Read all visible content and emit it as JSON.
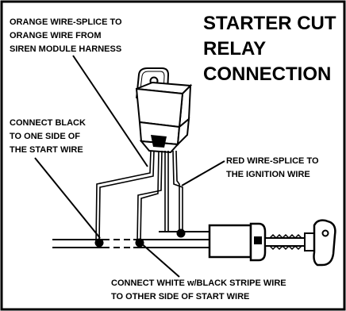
{
  "title": {
    "line1": "STARTER CUT",
    "line2": "RELAY",
    "line3": "CONNECTION"
  },
  "labels": {
    "orange_wire": [
      "ORANGE WIRE-SPLICE TO",
      "ORANGE WIRE FROM",
      "SIREN MODULE HARNESS"
    ],
    "connect_black": [
      "CONNECT BLACK",
      "TO  ONE SIDE OF",
      "THE START WIRE"
    ],
    "red_wire": [
      "RED WIRE-SPLICE TO",
      "THE IGNITION WIRE"
    ],
    "connect_white": [
      "CONNECT WHITE w/BLACK STRIPE WIRE",
      "TO OTHER SIDE OF START WIRE"
    ]
  }
}
